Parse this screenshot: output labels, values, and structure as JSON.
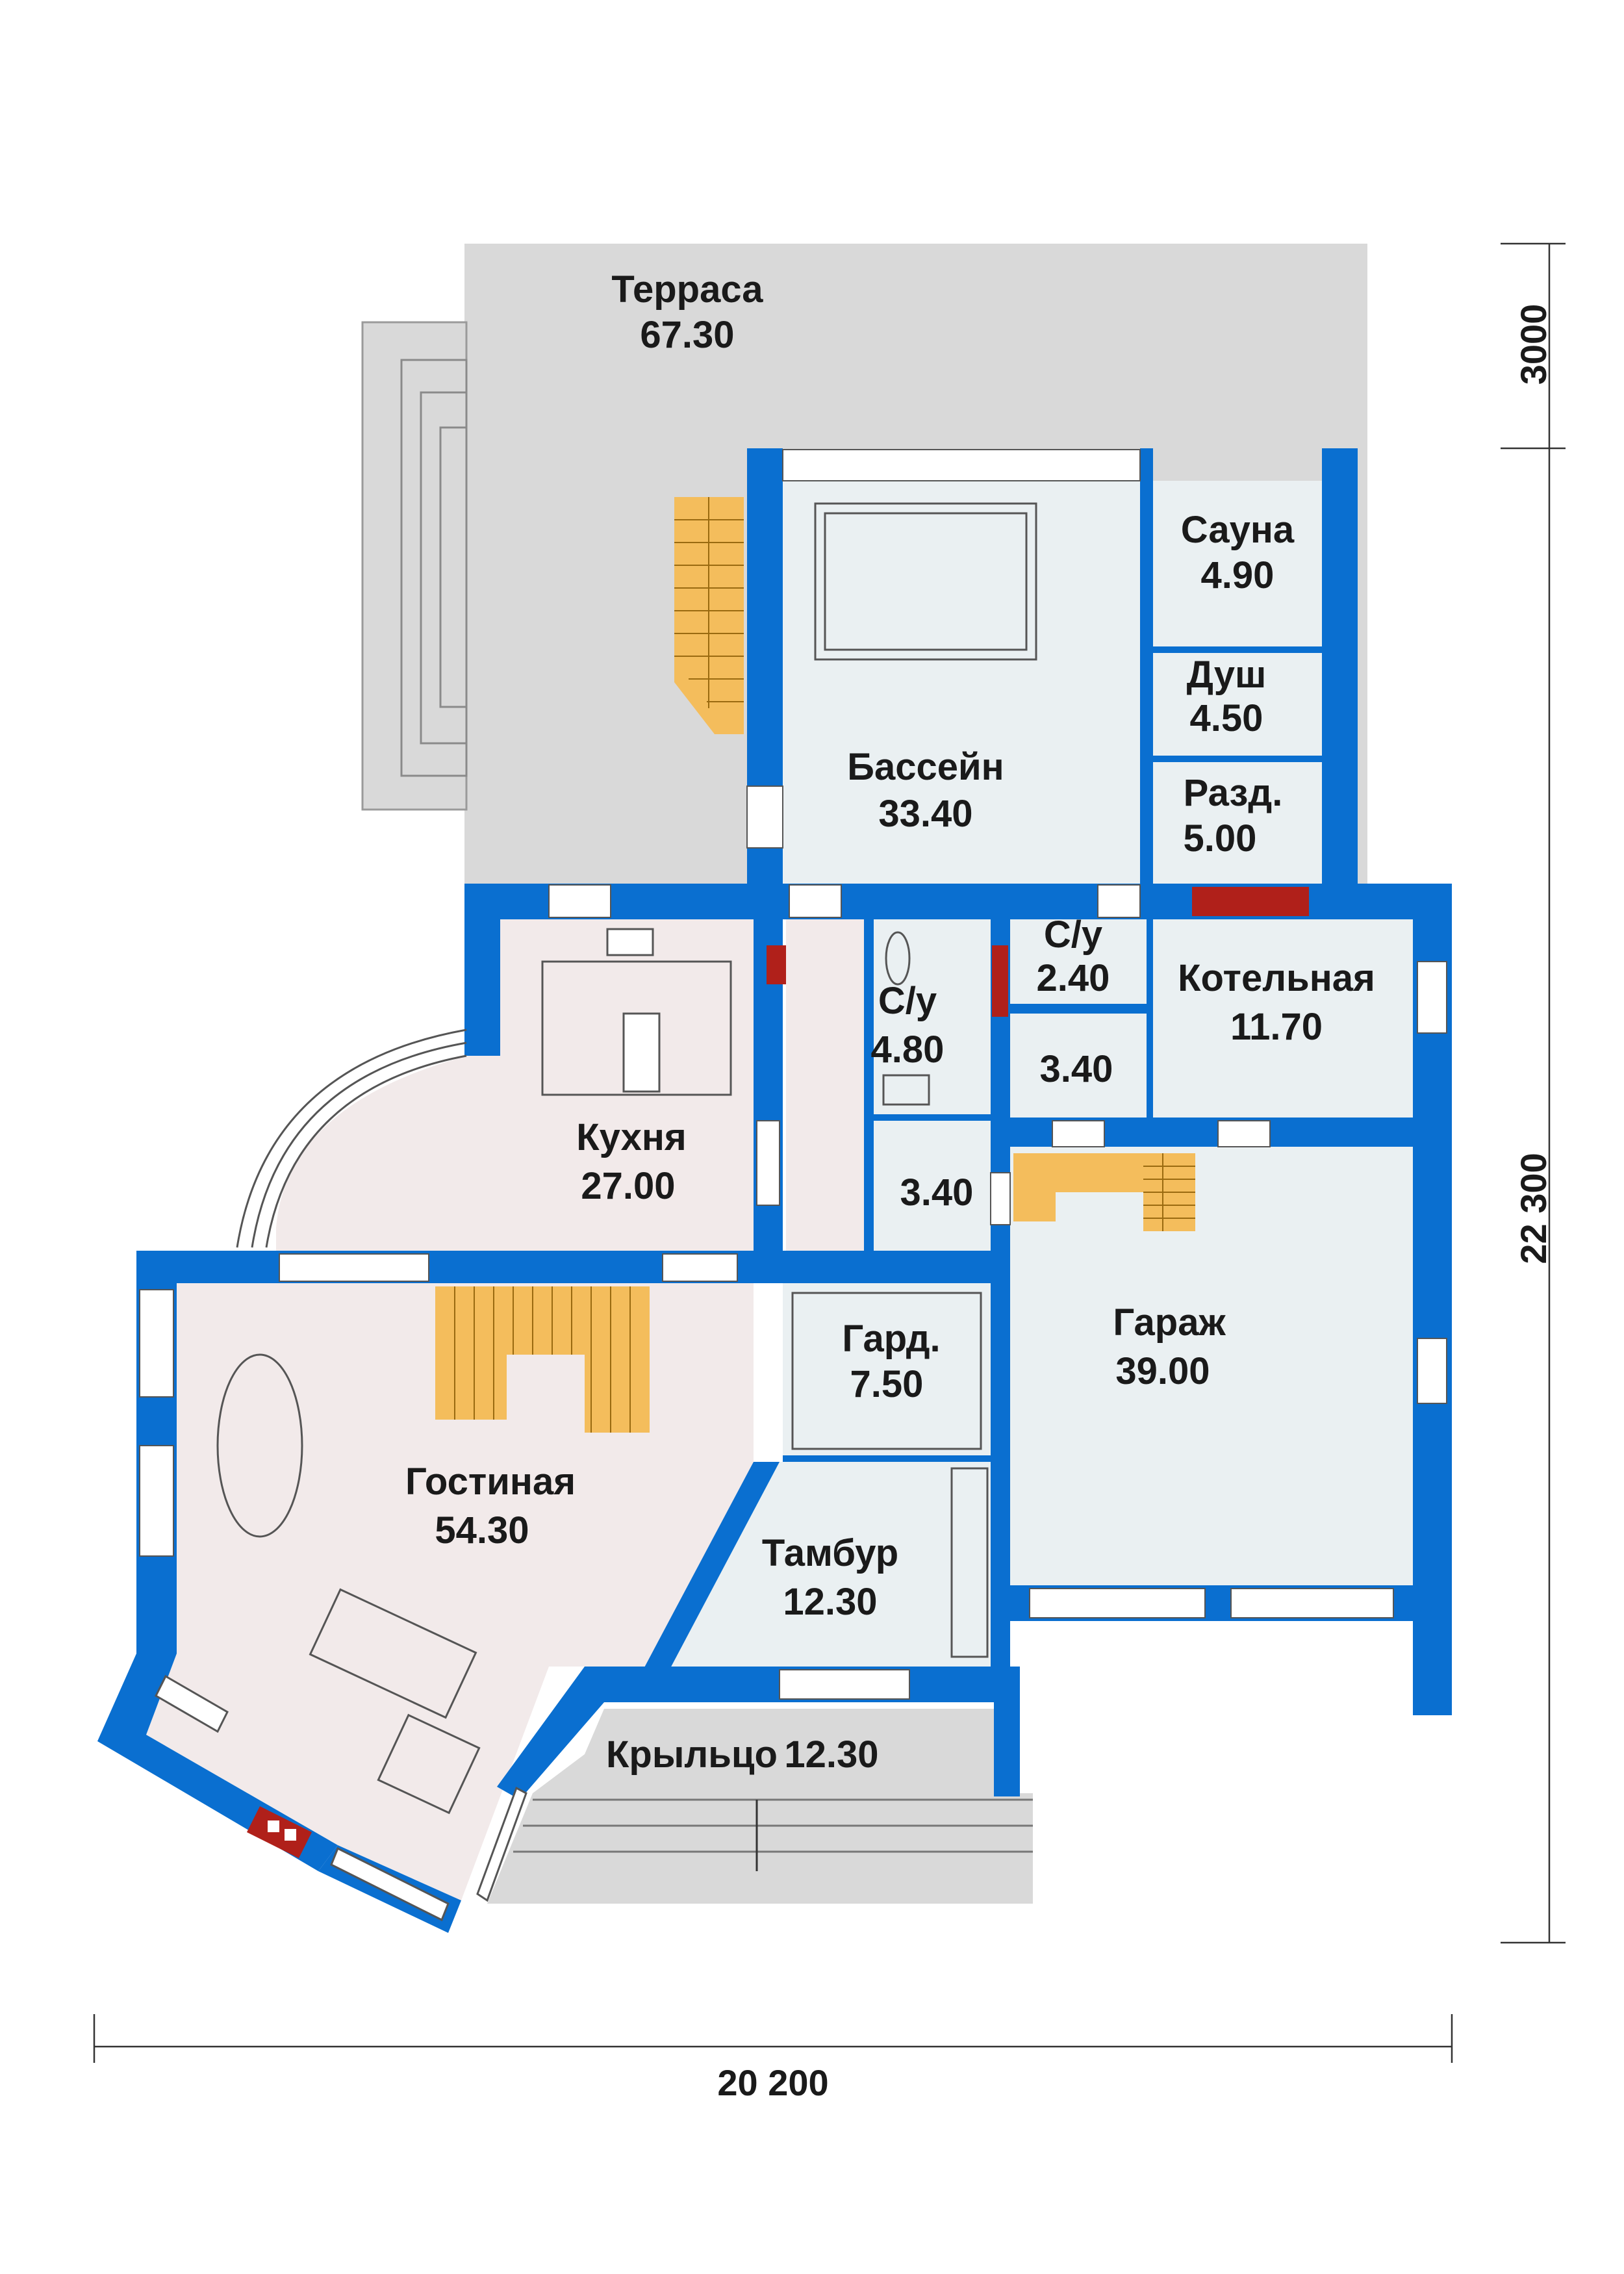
{
  "colors": {
    "wall": "#0a6fd0",
    "terrace": "#d9d9d9",
    "pool_floor": "#eaf0f2",
    "living_floor": "#f2eaea",
    "stair": "#f4bd5c",
    "brick": "#b0201a",
    "dimension_line": "#333333"
  },
  "rooms": [
    {
      "key": "terrace",
      "name": "Терраса",
      "area": "67.30"
    },
    {
      "key": "pool",
      "name": "Бассейн",
      "area": "33.40"
    },
    {
      "key": "sauna",
      "name": "Сауна",
      "area": "4.90"
    },
    {
      "key": "shower",
      "name": "Душ",
      "area": "4.50"
    },
    {
      "key": "changing",
      "name": "Разд.",
      "area": "5.00"
    },
    {
      "key": "boiler",
      "name": "Котельная",
      "area": "11.70"
    },
    {
      "key": "wc_small",
      "name": "С/у",
      "area": "2.40"
    },
    {
      "key": "wc_large",
      "name": "С/у",
      "area": "4.80"
    },
    {
      "key": "store_a",
      "name": "",
      "area": "3.40"
    },
    {
      "key": "store_b",
      "name": "",
      "area": "3.40"
    },
    {
      "key": "kitchen",
      "name": "Кухня",
      "area": "27.00"
    },
    {
      "key": "garage",
      "name": "Гараж",
      "area": "39.00"
    },
    {
      "key": "wardrobe",
      "name": "Гард.",
      "area": "7.50"
    },
    {
      "key": "living",
      "name": "Гостиная",
      "area": "54.30"
    },
    {
      "key": "vestibule",
      "name": "Тамбур",
      "area": "12.30"
    },
    {
      "key": "porch",
      "name": "Крыльцо",
      "area": "12.30"
    }
  ],
  "dimensions": {
    "width": "20 200",
    "depth": "22 300",
    "terrace_depth": "3000"
  }
}
